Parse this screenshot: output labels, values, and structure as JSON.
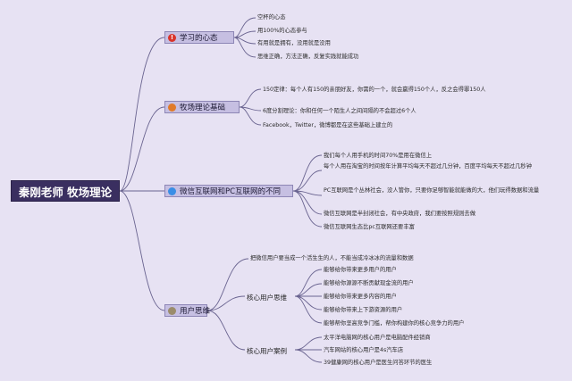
{
  "root": {
    "title": "秦刚老师 牧场理论"
  },
  "branches": [
    {
      "label": "学习的心态",
      "icon": "exclamation-icon",
      "icon_glyph": "!",
      "icon_color": "#d9342b",
      "leaves": [
        "空杯的心态",
        "用100%的心态参与",
        "有用就是拥有，没用就是没用",
        "思维正确，方法正确，反复实践就能成功"
      ]
    },
    {
      "label": "牧场理论基础",
      "icon": "gear-icon",
      "icon_glyph": "",
      "icon_color": "#e07a2a",
      "leaves": [
        "150定律：每个人有150的亲朋好友，你需的一个，就会赢得150个人，反之会得罪150人",
        "6度分割理论：你和任何一个陌生人之间间隔的不会超过6个人",
        "Facebook，Twitter，微博都是在这些基础上建立的"
      ]
    },
    {
      "label": "微信互联网和PC互联网的不同",
      "icon": "globe-icon",
      "icon_glyph": "",
      "icon_color": "#3a8ee6",
      "leaves": [
        "我们每个人用手机的时间70%是用在微信上",
        "每个人用在淘宝的时间按年计算平均每天不超过几分钟，百度平均每天不超过几秒钟",
        "PC互联网是个丛林社会，没人管你，只要你足够智能就能做的大，他们玩得数据和流量",
        "微信互联网是半封闭社会，有中央政府，我们要按照规则去做",
        "微信互联网生态比pc互联网还要丰富"
      ]
    },
    {
      "label": "用户思维",
      "icon": "lightbulb-icon",
      "icon_glyph": "",
      "icon_color": "#9b8c6c",
      "leaves": [
        "把微信用户要当成一个活生生的人，不能当成冷冰冰的流量和数据"
      ],
      "subs": [
        {
          "label": "核心用户思维",
          "leaves": [
            "能够给你带来更多用户的用户",
            "能够给你源源不断贡献现金流的用户",
            "能够给你带来更多内容的用户",
            "能够给你带来上下游资源的用户",
            "能够帮你坚高竞争门槛，帮你构建你的核心竞争力的用户"
          ]
        },
        {
          "label": "核心用户案例",
          "leaves": [
            "太平洋电脑网的核心用户是电脑配件经销商",
            "汽车网站的核心用户是4s汽车店",
            "39健康网的核心用户是医生问答环节的医生"
          ]
        }
      ]
    }
  ],
  "colors": {
    "background": "#e7e2f3",
    "root_fill": "#3a2f60",
    "branch_fill": "#c6bfe2",
    "connector": "#6a6490"
  }
}
